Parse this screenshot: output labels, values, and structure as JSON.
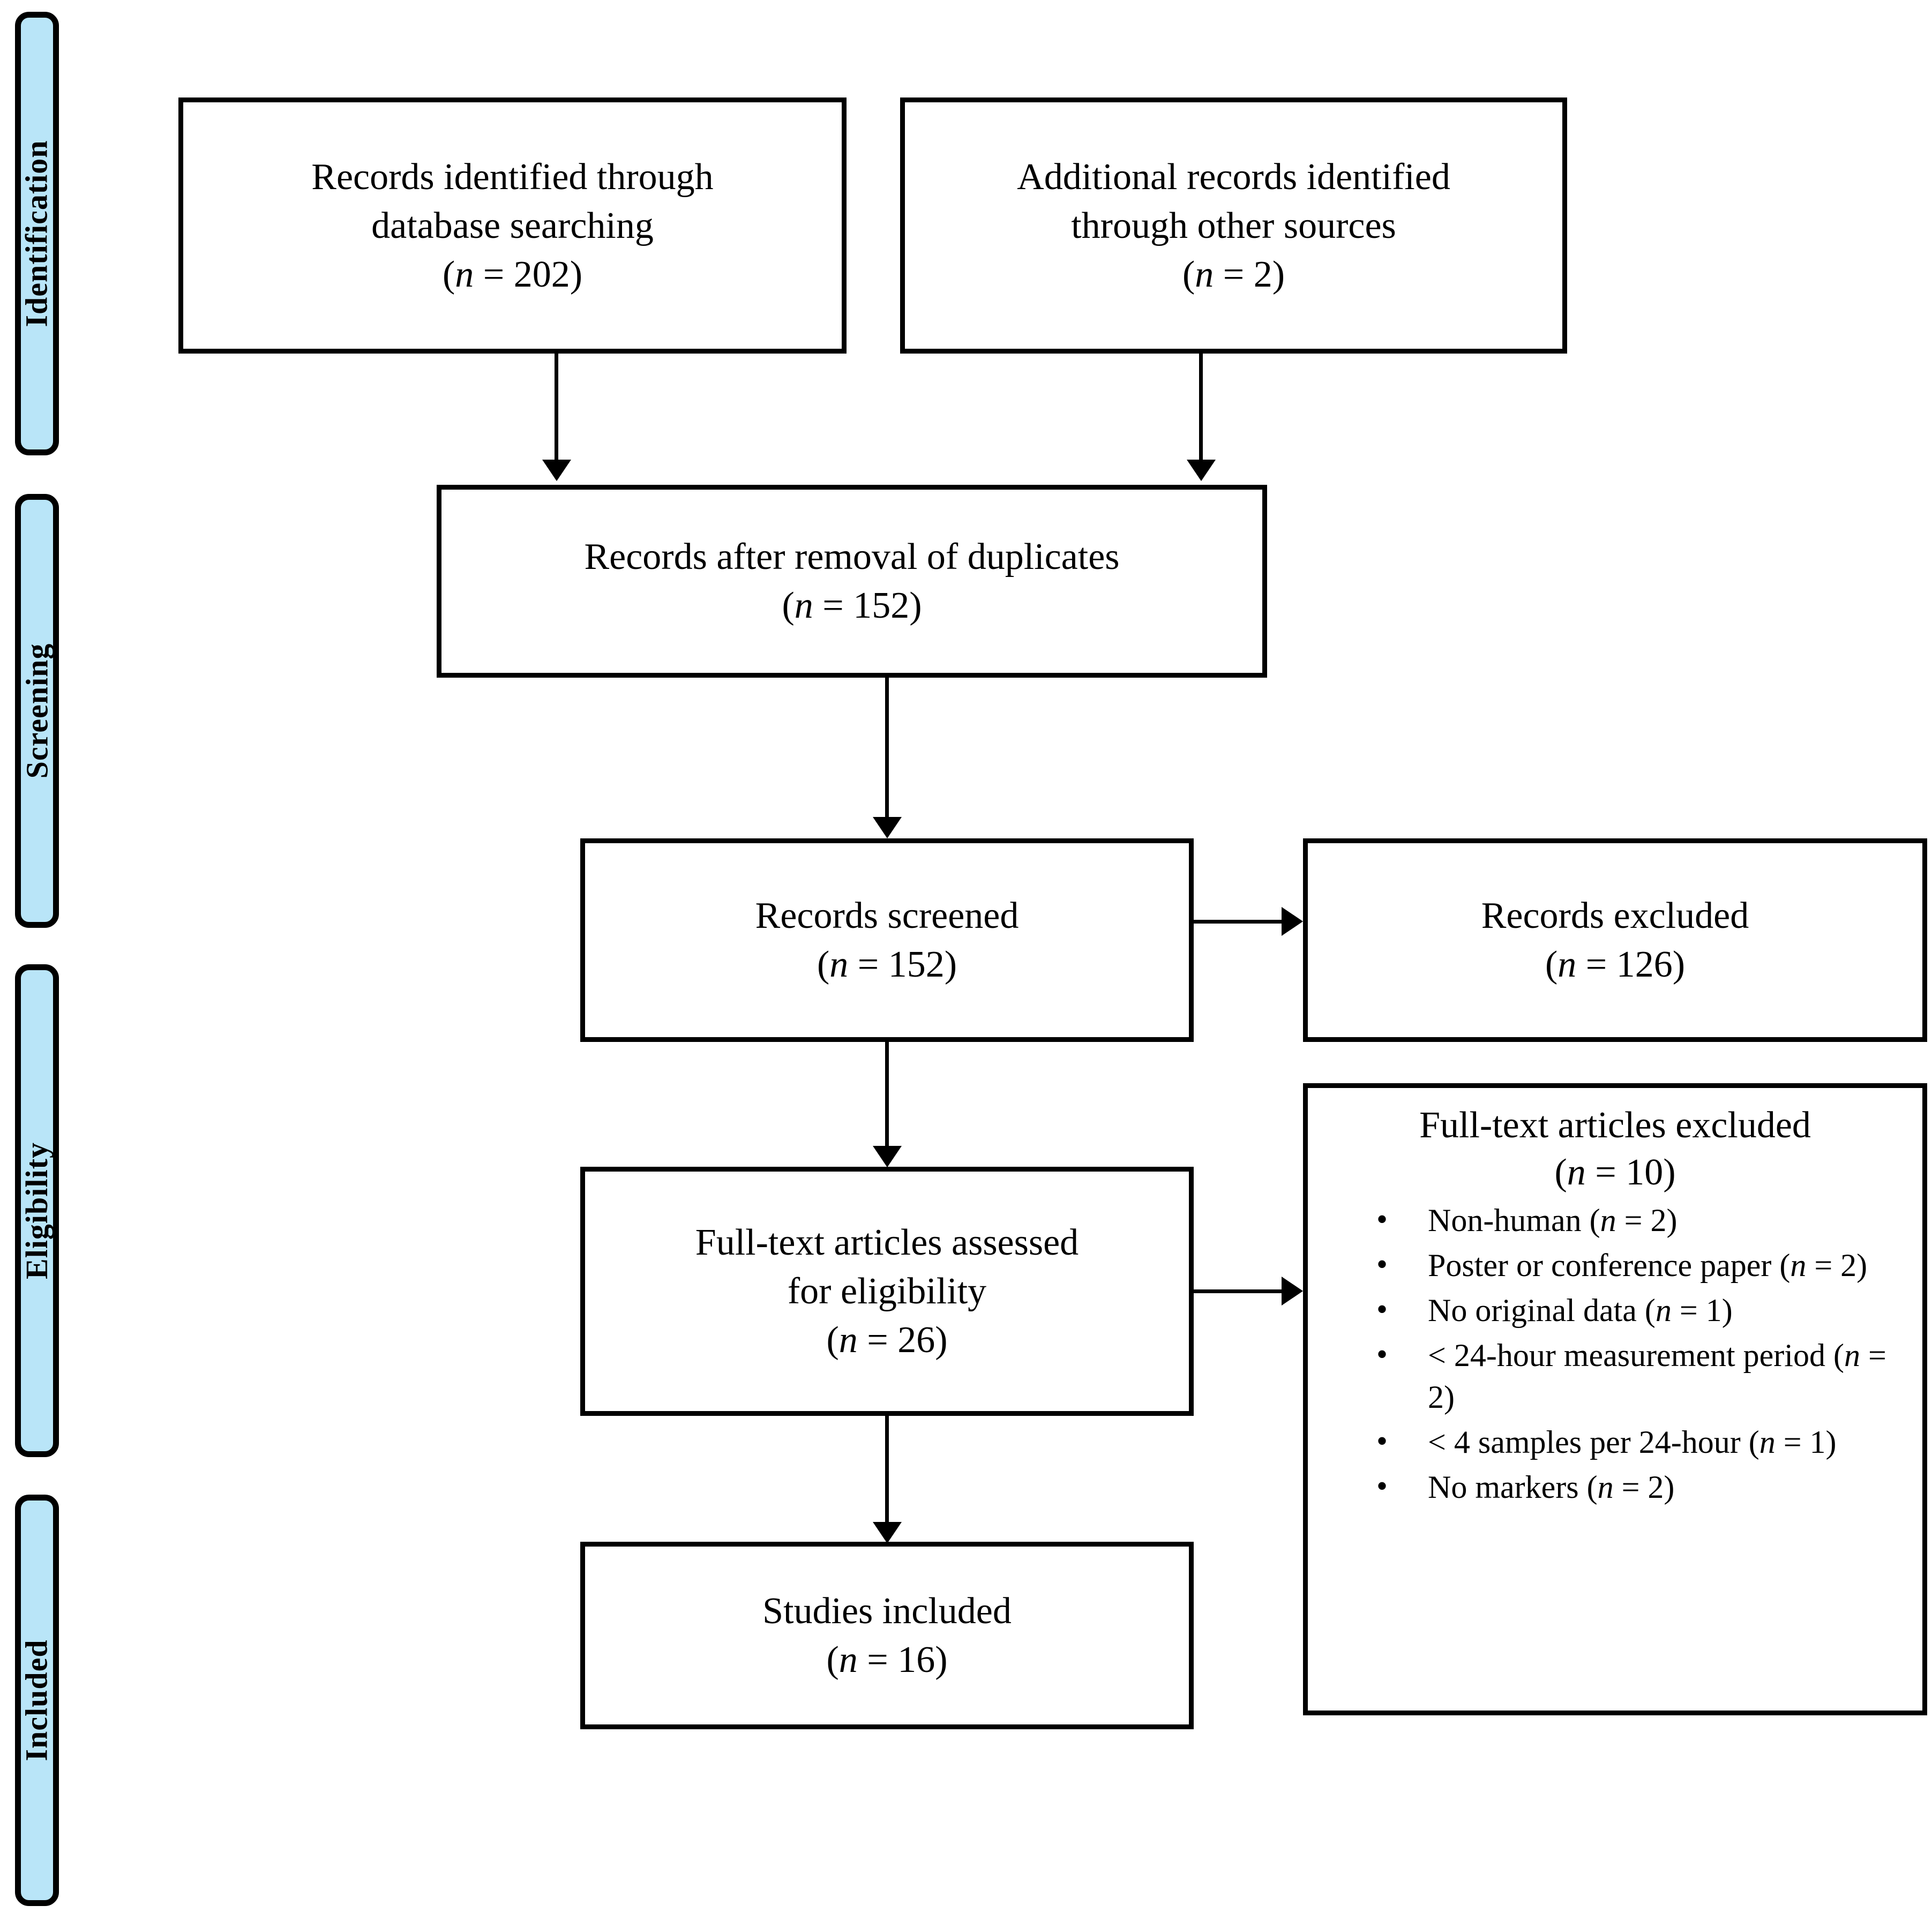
{
  "diagram": {
    "type": "prisma-flow-diagram",
    "accent_color": "#b9e5f8",
    "line_color": "#000000",
    "background": "#ffffff"
  },
  "phases": [
    {
      "label": "Identification"
    },
    {
      "label": "Screening"
    },
    {
      "label": "Eligibility"
    },
    {
      "label": "Included"
    }
  ],
  "boxes": {
    "db_search": {
      "line1": "Records identified through",
      "line2": "database searching",
      "count_prefix": "(",
      "count_n": "n",
      "count_eq": " = ",
      "count_value": "202",
      "count_suffix": ")"
    },
    "other_sources": {
      "line1": "Additional records identified",
      "line2": "through other sources",
      "count_prefix": "(",
      "count_n": "n",
      "count_eq": " = ",
      "count_value": "2",
      "count_suffix": ")"
    },
    "duplicates_removed": {
      "line1": "Records after removal of duplicates",
      "count_prefix": "(",
      "count_n": "n",
      "count_eq": " = ",
      "count_value": "152",
      "count_suffix": ")"
    },
    "records_screened": {
      "line1": "Records screened",
      "count_prefix": "(",
      "count_n": "n",
      "count_eq": " = ",
      "count_value": "152",
      "count_suffix": ")"
    },
    "records_excluded": {
      "line1": "Records excluded",
      "count_prefix": "(",
      "count_n": "n",
      "count_eq": " = ",
      "count_value": "126",
      "count_suffix": ")"
    },
    "fulltext_assessed": {
      "line1": "Full-text articles assessed",
      "line2": "for eligibility",
      "count_prefix": "(",
      "count_n": "n",
      "count_eq": " = ",
      "count_value": "26",
      "count_suffix": ")"
    },
    "fulltext_excluded": {
      "line1": "Full-text articles excluded",
      "count_prefix": "(",
      "count_n": "n",
      "count_eq": " = ",
      "count_value": "10",
      "count_suffix": ")",
      "reasons": [
        {
          "text": "Non-human",
          "n_label": "n",
          "n_value": "2"
        },
        {
          "text": "Poster or conference paper ",
          "n_label": "n",
          "n_value": "2"
        },
        {
          "text": "No original data",
          "n_label": "n",
          "n_value": "1"
        },
        {
          "text": "< 24-hour measurement period",
          "n_label": "n",
          "n_value": "2"
        },
        {
          "text": "< 4 samples per 24-hour",
          "n_label": "n",
          "n_value": "1"
        },
        {
          "text": "No markers",
          "n_label": "n",
          "n_value": "2"
        }
      ]
    },
    "studies_included": {
      "line1": "Studies included",
      "count_prefix": "(",
      "count_n": "n",
      "count_eq": " = ",
      "count_value": "16",
      "count_suffix": ")"
    }
  }
}
